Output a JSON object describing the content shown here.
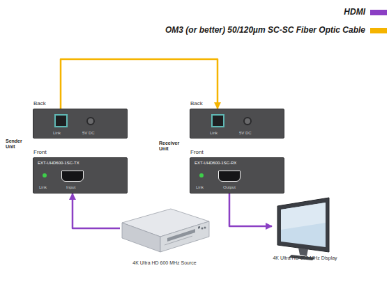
{
  "diagram": {
    "nodes": [
      {
        "text": [
          "Back",
          "Link",
          "5V DC"
        ]
      },
      {
        "text": [
          "Back",
          "Link",
          "5V DC"
        ]
      },
      {
        "text": [
          "Front",
          "EXT-UHD600-1SC-TX",
          "Link",
          "Input"
        ]
      },
      {
        "text": [
          "Front",
          "EXT-UHD600-1SC-RX",
          "Link",
          "Output"
        ]
      },
      {
        "text": [
          "4K Ultra HD 600 MHz Source"
        ]
      },
      {
        "text": [
          "4K Ultra HD 600 MHz Display"
        ]
      }
    ],
    "edges": [
      {
        "from": 0,
        "to": 1,
        "arrow": "to"
      },
      {
        "from": 4,
        "to": 2,
        "arrow": "to"
      },
      {
        "from": 3,
        "to": 5,
        "arrow": "to"
      }
    ],
    "labels": [
      "Sender Unit",
      "Receiver Unit"
    ],
    "legend": [
      {
        "text": "HDMI",
        "color": "#8b3fc4"
      },
      {
        "text": "OM3 (or better) 50/120µm SC-SC Fiber Optic Cable",
        "color": "#f5b400"
      }
    ]
  }
}
